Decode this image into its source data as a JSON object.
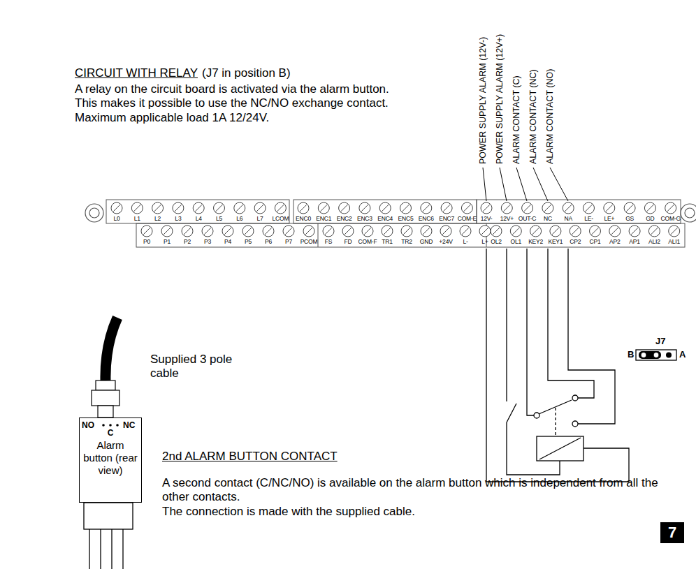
{
  "diagram": {
    "nodes": [
      {
        "text": [
          "Alarm button (rear view)"
        ]
      },
      {
        "text": [
          "7"
        ]
      }
    ],
    "labels": [
      "CIRCUIT WITH RELAY",
      "(J7 in position B)",
      "A relay on the circuit board is activated via the alarm button. This makes it possible to use the NC/NO exchange contact.",
      "Maximum applicable load 1A 12/24V.",
      "POWER SUPPLY ALARM (12V-)",
      "POWER SUPPLY ALARM (12V+)",
      "ALARM CONTACT (C)",
      "ALARM CONTACT (NC)",
      "ALARM CONTACT (NO)",
      "L0",
      "L1",
      "L2",
      "L3",
      "L4",
      "L5",
      "L6",
      "L7",
      "LCOM",
      "ENC0",
      "ENC1",
      "ENC2",
      "ENC3",
      "ENC4",
      "ENC5",
      "ENC6",
      "ENC7",
      "COM-E",
      "12V-",
      "12V+",
      "OUT-C",
      "NC",
      "NA",
      "LE-",
      "LE+",
      "GS",
      "GD",
      "COM-G",
      "P0",
      "P1",
      "P2",
      "P3",
      "P4",
      "P5",
      "P6",
      "P7",
      "PCOM",
      "FS",
      "FD",
      "COM-F",
      "TR1",
      "TR2",
      "GND",
      "+24V",
      "L-",
      "L+",
      "OL2",
      "OL1",
      "KEY2",
      "KEY1",
      "CP2",
      "CP1",
      "AP2",
      "AP1",
      "ALI2",
      "ALI1",
      "J7",
      "B",
      "A",
      "Supplied 3 pole cable",
      "NO",
      "C",
      "NC",
      "2nd ALARM BUTTON CONTACT",
      "A second contact (C/NC/NO) is available on the alarm button which is independent from all the other contacts.",
      "The connection is made with the supplied cable."
    ]
  }
}
